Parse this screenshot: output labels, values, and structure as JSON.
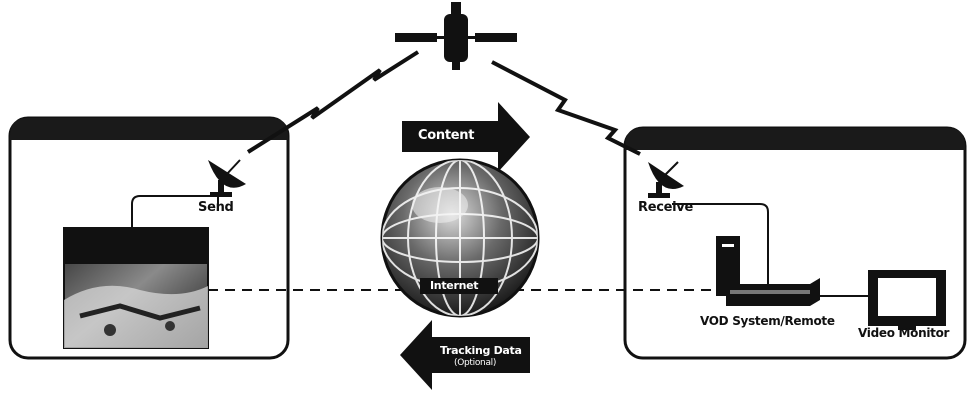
{
  "diagram": {
    "labels": {
      "send": "Send",
      "receive": "Receive",
      "content": "Content",
      "internet": "Internet",
      "tracking_data": "Tracking Data",
      "tracking_optional": "(Optional)",
      "vod_system": "VOD System/Remote",
      "video_monitor": "Video Monitor"
    },
    "icons": [
      "satellite-icon",
      "satellite-dish-icon",
      "globe-icon",
      "arrow-right-icon",
      "arrow-left-icon",
      "lightning-link-icon",
      "monitor-icon",
      "vod-box-icon"
    ],
    "colors": {
      "ink": "#111111",
      "panel_header": "#1a1a1a",
      "paper": "#ffffff"
    }
  }
}
